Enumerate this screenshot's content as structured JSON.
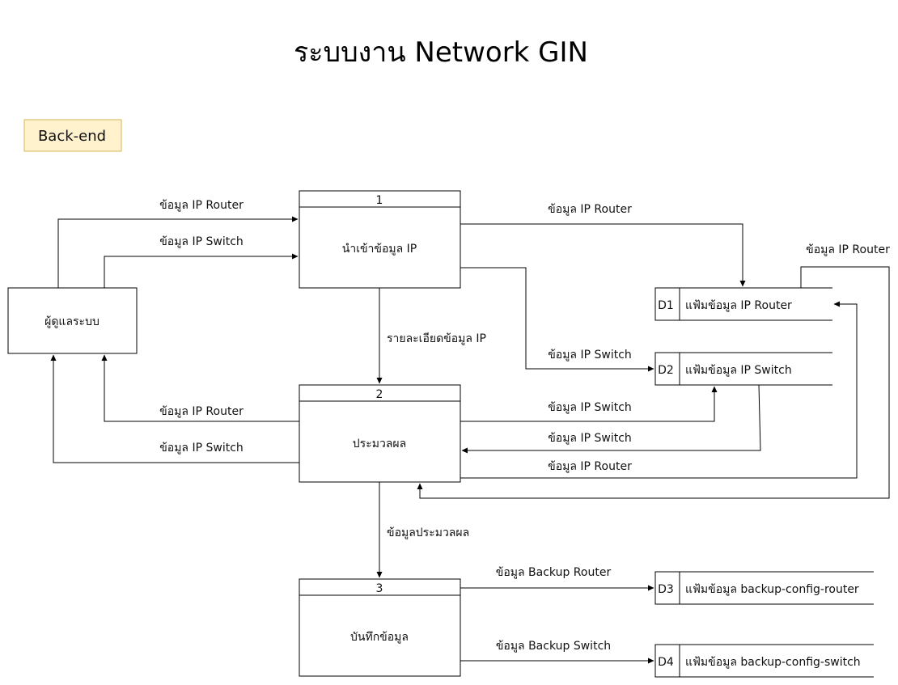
{
  "title": "ระบบงาน Network GIN",
  "badge": {
    "label": "Back-end",
    "fill": "#fff2cc",
    "stroke": "#d6b656"
  },
  "entity": {
    "label": "ผู้ดูแลระบบ"
  },
  "processes": [
    {
      "num": "1",
      "label": "นำเข้าข้อมูล IP"
    },
    {
      "num": "2",
      "label": "ประมวลผล"
    },
    {
      "num": "3",
      "label": "บันทึกข้อมูล"
    }
  ],
  "stores": [
    {
      "id": "D1",
      "label": "แฟ้มข้อมูล IP Router"
    },
    {
      "id": "D2",
      "label": "แฟ้มข้อมูล IP Switch"
    },
    {
      "id": "D3",
      "label": "แฟ้มข้อมูล backup-config-router"
    },
    {
      "id": "D4",
      "label": "แฟ้มข้อมูล backup-config-switch"
    }
  ],
  "flows": {
    "entity_to_p1_router": "ข้อมูล IP Router",
    "entity_to_p1_switch": "ข้อมูล IP Switch",
    "p1_to_d1": "ข้อมูล IP Router",
    "p1_to_d2": "ข้อมูล IP Switch",
    "p1_to_p2": "รายละเอียดข้อมูล IP",
    "p2_to_entity_router": "ข้อมูล IP Router",
    "p2_to_entity_switch": "ข้อมูล IP Switch",
    "p2_to_d2": "ข้อมูล IP Switch",
    "d2_to_p2": "ข้อมูล IP Switch",
    "p2_to_d1": "ข้อมูล IP Router",
    "d1_to_p2": "ข้อมูล IP Router",
    "p2_to_p3": "ข้อมูลประมวลผล",
    "p3_to_d3": "ข้อมูล Backup Router",
    "p3_to_d4": "ข้อมูล Backup Switch"
  }
}
